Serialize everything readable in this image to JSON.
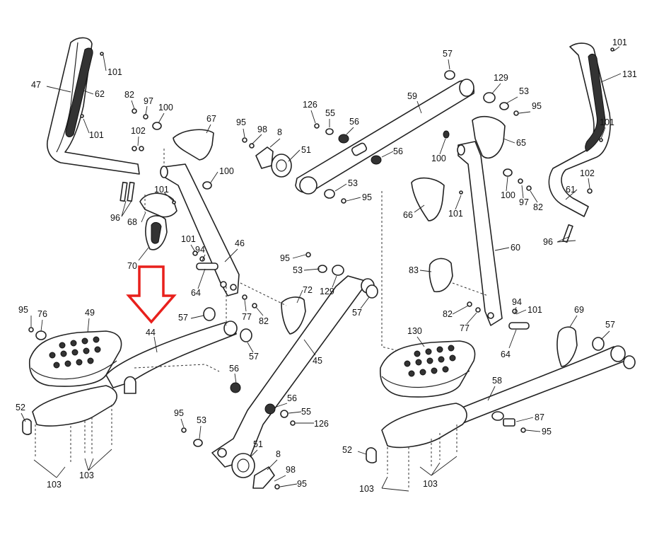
{
  "diagram": {
    "highlight_color": "#e8201c",
    "highlighted_part": "44",
    "labels": [
      {
        "id": "l1",
        "text": "47"
      },
      {
        "id": "l2",
        "text": "62"
      },
      {
        "id": "l3",
        "text": "101"
      },
      {
        "id": "l4",
        "text": "101"
      },
      {
        "id": "l5",
        "text": "82"
      },
      {
        "id": "l6",
        "text": "97"
      },
      {
        "id": "l7",
        "text": "100"
      },
      {
        "id": "l8",
        "text": "102"
      },
      {
        "id": "l9",
        "text": "67"
      },
      {
        "id": "l10",
        "text": "100"
      },
      {
        "id": "l11",
        "text": "96"
      },
      {
        "id": "l12",
        "text": "101"
      },
      {
        "id": "l13",
        "text": "68"
      },
      {
        "id": "l14",
        "text": "70"
      },
      {
        "id": "l15",
        "text": "101"
      },
      {
        "id": "l16",
        "text": "94"
      },
      {
        "id": "l17",
        "text": "46"
      },
      {
        "id": "l18",
        "text": "64"
      },
      {
        "id": "l19",
        "text": "57"
      },
      {
        "id": "l20",
        "text": "44"
      },
      {
        "id": "l21",
        "text": "57"
      },
      {
        "id": "l22",
        "text": "95"
      },
      {
        "id": "l23",
        "text": "76"
      },
      {
        "id": "l24",
        "text": "49"
      },
      {
        "id": "l25",
        "text": "52"
      },
      {
        "id": "l26",
        "text": "103"
      },
      {
        "id": "l27",
        "text": "103"
      },
      {
        "id": "l28",
        "text": "95"
      },
      {
        "id": "l29",
        "text": "98"
      },
      {
        "id": "l30",
        "text": "8"
      },
      {
        "id": "l31",
        "text": "51"
      },
      {
        "id": "l32",
        "text": "126"
      },
      {
        "id": "l33",
        "text": "55"
      },
      {
        "id": "l34",
        "text": "56"
      },
      {
        "id": "l35",
        "text": "56"
      },
      {
        "id": "l36",
        "text": "53"
      },
      {
        "id": "l37",
        "text": "95"
      },
      {
        "id": "l38",
        "text": "59"
      },
      {
        "id": "l39",
        "text": "57"
      },
      {
        "id": "l40",
        "text": "129"
      },
      {
        "id": "l41",
        "text": "53"
      },
      {
        "id": "l42",
        "text": "95"
      },
      {
        "id": "l43",
        "text": "65"
      },
      {
        "id": "l44",
        "text": "100"
      },
      {
        "id": "l45",
        "text": "66"
      },
      {
        "id": "l46",
        "text": "101"
      },
      {
        "id": "l47",
        "text": "100"
      },
      {
        "id": "l48",
        "text": "97"
      },
      {
        "id": "l49",
        "text": "82"
      },
      {
        "id": "l50",
        "text": "60"
      },
      {
        "id": "l51",
        "text": "83"
      },
      {
        "id": "l52",
        "text": "82"
      },
      {
        "id": "l53",
        "text": "77"
      },
      {
        "id": "l54",
        "text": "94"
      },
      {
        "id": "l55",
        "text": "101"
      },
      {
        "id": "l56",
        "text": "64"
      },
      {
        "id": "l57",
        "text": "101"
      },
      {
        "id": "l58",
        "text": "131"
      },
      {
        "id": "l59",
        "text": "101"
      },
      {
        "id": "l60",
        "text": "102"
      },
      {
        "id": "l61",
        "text": "61"
      },
      {
        "id": "l62",
        "text": "96"
      },
      {
        "id": "l63",
        "text": "95"
      },
      {
        "id": "l64",
        "text": "53"
      },
      {
        "id": "l65",
        "text": "129"
      },
      {
        "id": "l66",
        "text": "57"
      },
      {
        "id": "l67",
        "text": "72"
      },
      {
        "id": "l68",
        "text": "77"
      },
      {
        "id": "l69",
        "text": "82"
      },
      {
        "id": "l70",
        "text": "45"
      },
      {
        "id": "l71",
        "text": "56"
      },
      {
        "id": "l72",
        "text": "56"
      },
      {
        "id": "l73",
        "text": "55"
      },
      {
        "id": "l74",
        "text": "126"
      },
      {
        "id": "l75",
        "text": "95"
      },
      {
        "id": "l76",
        "text": "53"
      },
      {
        "id": "l77",
        "text": "51"
      },
      {
        "id": "l78",
        "text": "8"
      },
      {
        "id": "l79",
        "text": "98"
      },
      {
        "id": "l80",
        "text": "95"
      },
      {
        "id": "l81",
        "text": "130"
      },
      {
        "id": "l82",
        "text": "69"
      },
      {
        "id": "l83",
        "text": "57"
      },
      {
        "id": "l84",
        "text": "58"
      },
      {
        "id": "l85",
        "text": "87"
      },
      {
        "id": "l86",
        "text": "95"
      },
      {
        "id": "l87",
        "text": "52"
      },
      {
        "id": "l88",
        "text": "103"
      },
      {
        "id": "l89",
        "text": "103"
      }
    ]
  }
}
